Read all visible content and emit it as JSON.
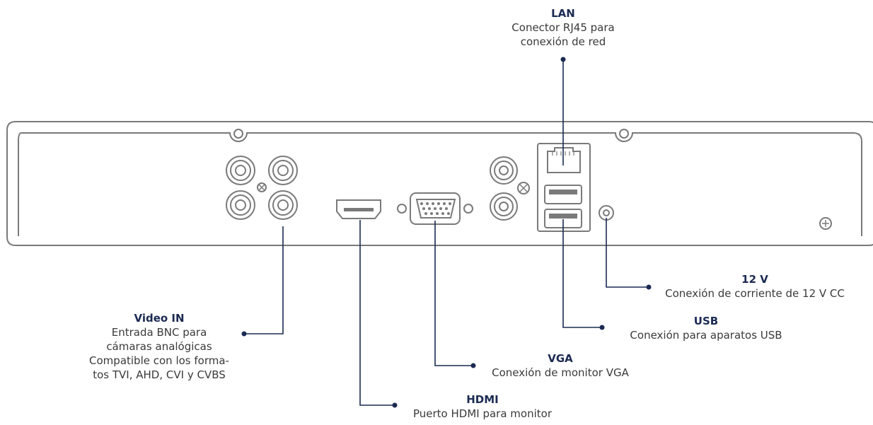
{
  "callouts": {
    "lan": {
      "title": "LAN",
      "lines": [
        "Conector RJ45 para",
        "conexión de red"
      ]
    },
    "power": {
      "title": "12 V",
      "lines": [
        "Conexión de corriente de 12 V CC"
      ]
    },
    "usb": {
      "title": "USB",
      "lines": [
        "Conexión para aparatos USB"
      ]
    },
    "video": {
      "title": "Video IN",
      "lines": [
        "Entrada BNC para",
        "cámaras analógicas",
        "Compatible con los forma-",
        "tos TVI, AHD, CVI y CVBS"
      ]
    },
    "vga": {
      "title": "VGA",
      "lines": [
        "Conexión de monitor VGA"
      ]
    },
    "hdmi": {
      "title": "HDMI",
      "lines": [
        "Puerto HDMI para monitor"
      ]
    }
  },
  "colors": {
    "outline": "#7a7a7a",
    "leader": "#1b2a52",
    "title": "#1b2a52",
    "text": "#3a3a3a"
  }
}
